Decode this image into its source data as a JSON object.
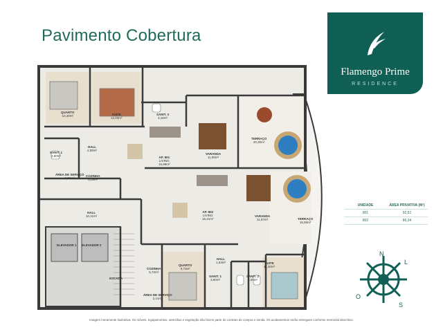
{
  "title": "Pavimento Cobertura",
  "logo": {
    "name": "Flamengo Prime",
    "subtitle": "RESIDENCE"
  },
  "rooms": {
    "quarto1": {
      "name": "QUARTO",
      "area": "10,40m²"
    },
    "suite1": {
      "name": "SUITE",
      "area": "12,03m²"
    },
    "sanit3": {
      "name": "SANIT. 3",
      "area": "3,16m²"
    },
    "hall1": {
      "name": "HALL",
      "area": "2,85m²"
    },
    "sanit1": {
      "name": "SANIT. 1",
      "area": "2,60m²"
    },
    "area_servico1": {
      "name": "ÁREA DE SERVIÇO",
      "area": "1,34m²"
    },
    "cozinha1": {
      "name": "COZINHA",
      "area": "6,39m²"
    },
    "ap801": {
      "name": "AP. 801",
      "sub": "LIVING",
      "area": "15,96m²"
    },
    "varanda1": {
      "name": "VARANDA",
      "area": "11,90m²"
    },
    "terraco1": {
      "name": "TERRAÇO",
      "area": "20,30m²"
    },
    "hall_common": {
      "name": "HALL",
      "area": "10,11m²"
    },
    "elevador1": {
      "name": "ELEVADOR 1"
    },
    "elevador2": {
      "name": "ELEVADOR 2"
    },
    "escada": {
      "name": "ESCADA"
    },
    "ap802": {
      "name": "AP. 802",
      "sub": "LIVING",
      "area": "15,41m²"
    },
    "varanda2": {
      "name": "VARANDA",
      "area": "11,87m²"
    },
    "terraco2": {
      "name": "TERRAÇO",
      "area": "15,55m²"
    },
    "cozinha2": {
      "name": "COZINHA",
      "area": "5,72m²"
    },
    "quarto2": {
      "name": "QUARTO",
      "area": "9,73m²"
    },
    "hall2": {
      "name": "HALL",
      "area": "1,63m²"
    },
    "sanit1b": {
      "name": "SANIT. 1",
      "area": "3,60m²"
    },
    "sanit2": {
      "name": "SANIT. 2",
      "area": "3,00m²"
    },
    "suite2": {
      "name": "SUITE",
      "area": "11,30m²"
    },
    "area_servico2": {
      "name": "ÁREA DE SERVIÇO",
      "area": "2,14m²"
    }
  },
  "table": {
    "headers": [
      "UNIDADE",
      "ÁREA PRIVATIVA (M²)"
    ],
    "rows": [
      [
        "801",
        "92,51"
      ],
      [
        "802",
        "86,34"
      ]
    ]
  },
  "compass": {
    "n": "N",
    "l": "L",
    "s": "S",
    "o": "O"
  },
  "footer": "Imagem meramente ilustrativa. Os móveis, equipamentos, utensílios e vegetação não fazem parte do contrato de compra e venda. Os acabamentos serão entregues conforme memorial descritivo.",
  "colors": {
    "brand": "#0f5f55",
    "wall": "#3a3a3a",
    "floor": "#ecebe5"
  }
}
